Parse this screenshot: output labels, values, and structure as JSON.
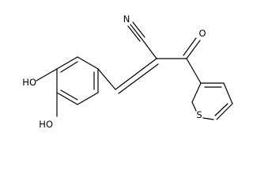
{
  "structure": {
    "atoms": {
      "nitrile_nitrogen": "N",
      "ketone_oxygen": "O",
      "thiophene_sulfur": "S",
      "hydroxyl_top": "HO",
      "hydroxyl_bottom": "HO"
    }
  }
}
